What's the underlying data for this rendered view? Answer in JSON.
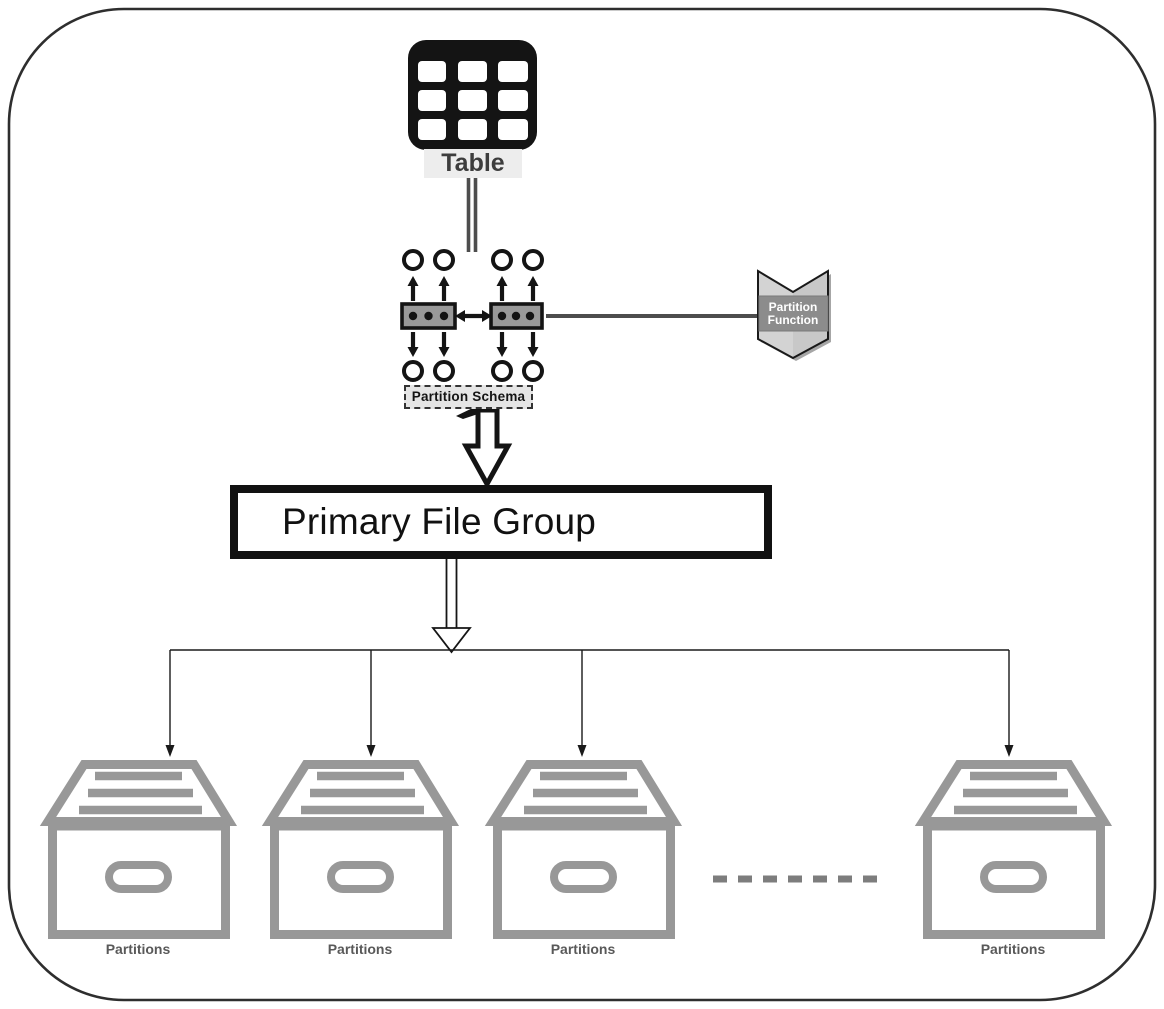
{
  "nodes": {
    "table": {
      "label": "Table"
    },
    "partition_schema": {
      "label": "Partition Schema"
    },
    "partition_function": {
      "label": "Partition Function"
    },
    "primary_file_group": {
      "label": "Primary File Group"
    },
    "partitions": [
      {
        "label": "Partitions"
      },
      {
        "label": "Partitions"
      },
      {
        "label": "Partitions"
      },
      {
        "label": "Partitions"
      }
    ]
  },
  "edges": [
    {
      "from": "table",
      "to": "partition_schema",
      "style": "double-line"
    },
    {
      "from": "partition_schema",
      "to": "partition_function",
      "style": "line"
    },
    {
      "from": "partition_schema",
      "to": "primary_file_group",
      "style": "thick-hollow-arrow"
    },
    {
      "from": "primary_file_group",
      "to": "partitions",
      "style": "thin-hollow-arrow-fanout"
    },
    {
      "between": "partitions-3-and-4",
      "style": "dashed-ellipsis"
    }
  ],
  "icons": {
    "table": "table-grid-icon",
    "schema": "mapping-circles-icon",
    "partitions": "archive-drawer-icon",
    "function": "chevron-banner-icon"
  },
  "colors": {
    "outline": "#2e2e2e",
    "icon_black": "#141414",
    "connector_gray": "#4d4d4d",
    "drawer_gray": "#989898",
    "label_gray": "#595959",
    "banner_fill": "#d3d3d3",
    "banner_inner": "#8c8c8c",
    "schema_rect_fill": "#999999",
    "label_bg": "#ededed",
    "schema_label_bg": "#e5e5e5"
  }
}
